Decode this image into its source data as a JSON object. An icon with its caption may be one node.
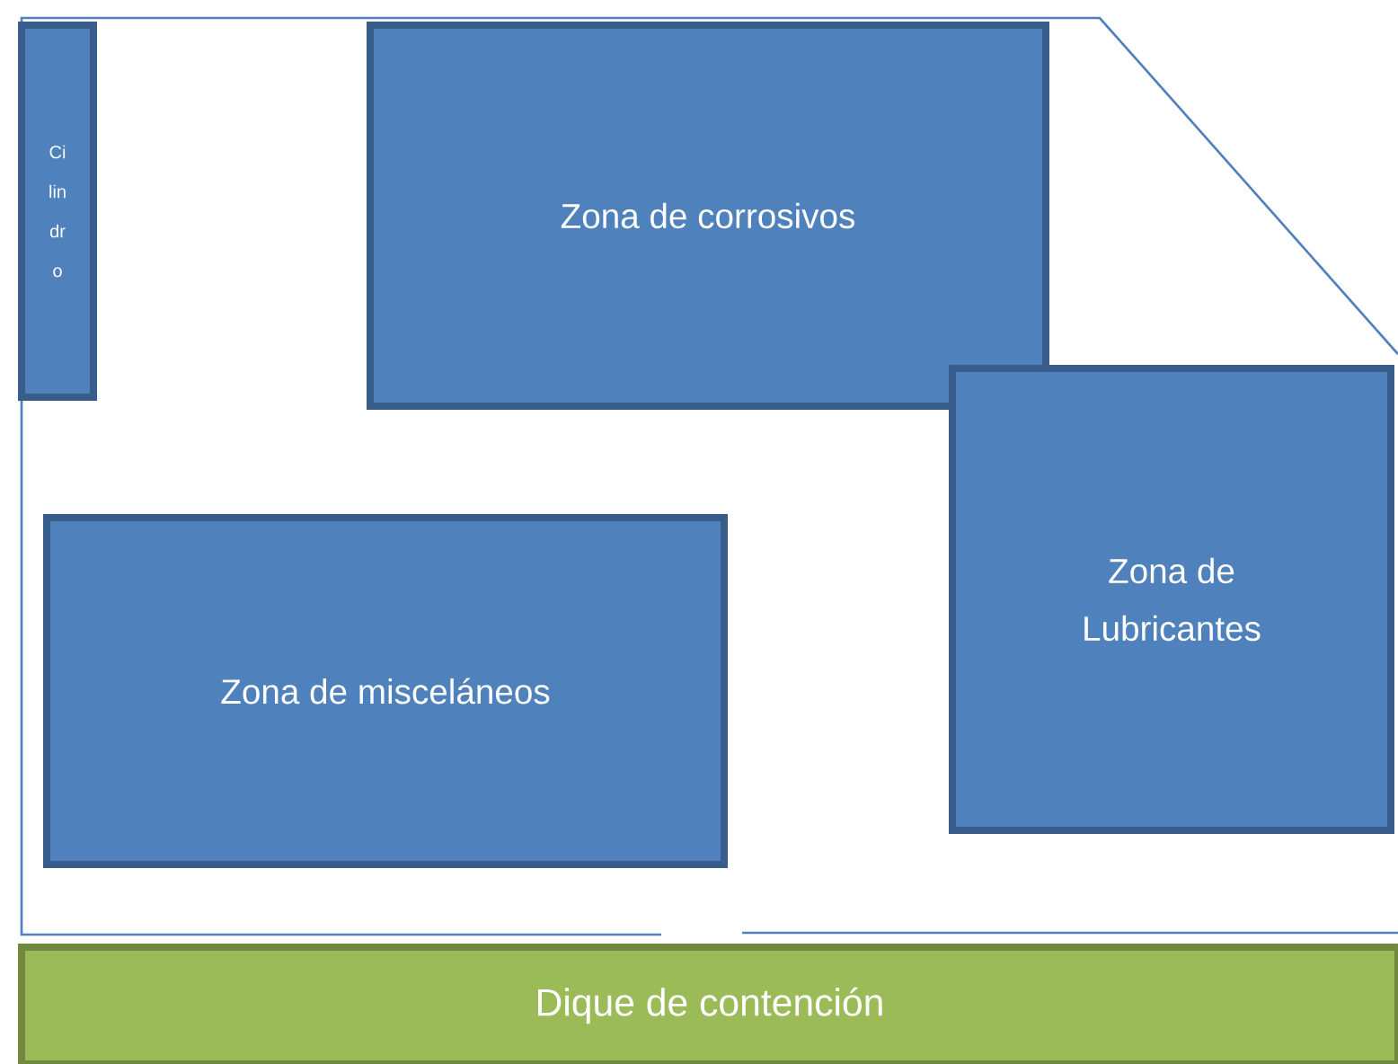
{
  "diagram": {
    "nodes": [
      {
        "text": [
          "Cilindro"
        ]
      },
      {
        "text": [
          "Zona de corrosivos"
        ]
      },
      {
        "text": [
          "Zona de Lubricantes"
        ]
      },
      {
        "text": [
          "Zona de misceláneos"
        ]
      },
      {
        "text": [
          "Dique de contención"
        ]
      }
    ]
  }
}
